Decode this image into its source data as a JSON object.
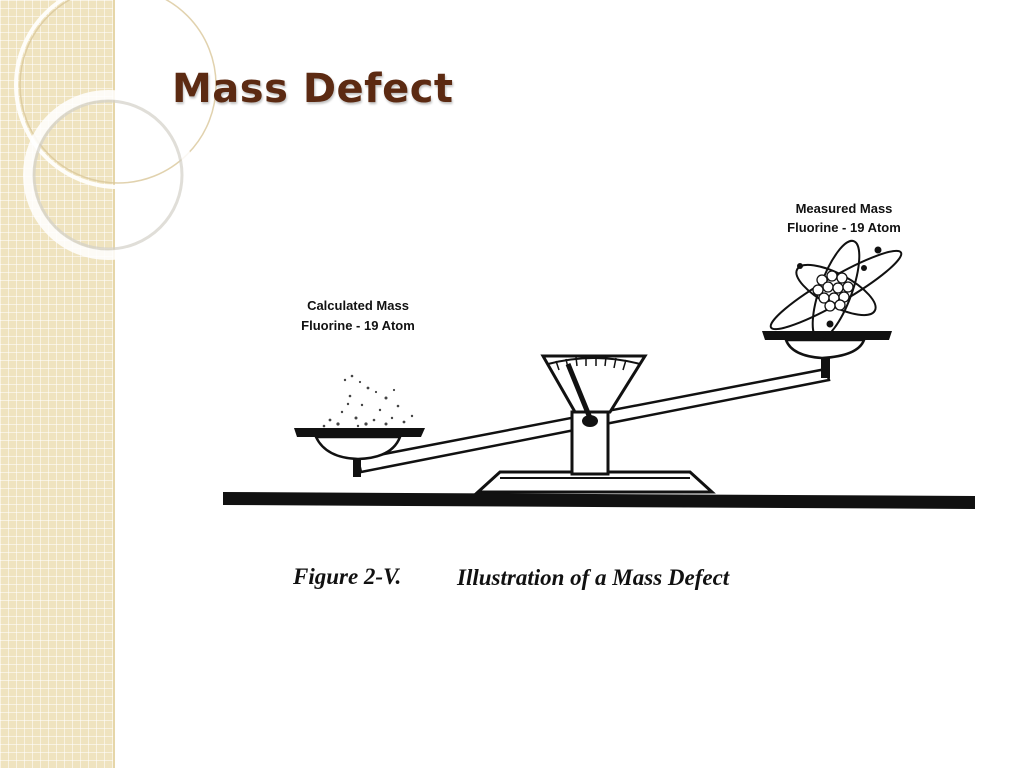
{
  "slide": {
    "title": "Mass Defect"
  },
  "figure": {
    "left_label_line1": "Calculated Mass",
    "left_label_line2": "Fluorine - 19 Atom",
    "right_label_line1": "Measured Mass",
    "right_label_line2": "Fluorine - 19 Atom",
    "caption_number": "Figure 2-V.",
    "caption_text": "Illustration of a Mass Defect"
  },
  "colors": {
    "title": "#5c2a12",
    "sidebar": "#efe3bf",
    "ink": "#111111"
  }
}
